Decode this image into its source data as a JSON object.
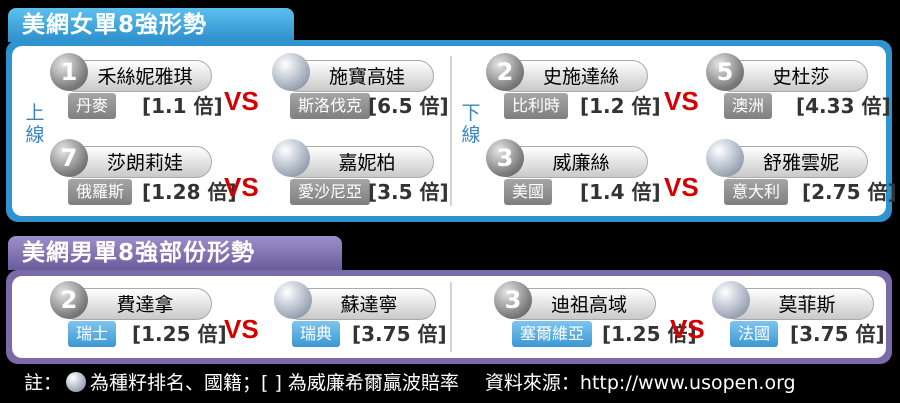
{
  "women": {
    "title": "美網女單8強形勢",
    "upper_label": "上線",
    "lower_label": "下線",
    "vs_label": "VS",
    "matches": [
      {
        "left": {
          "seed": "1",
          "name": "禾絲妮雅琪",
          "country": "丹麥",
          "odds": "[1.1 倍]"
        },
        "right": {
          "seed": "",
          "name": "施寶高娃",
          "country": "斯洛伐克",
          "odds": "[6.5 倍]"
        }
      },
      {
        "left": {
          "seed": "7",
          "name": "莎朗莉娃",
          "country": "俄羅斯",
          "odds": "[1.28 倍]"
        },
        "right": {
          "seed": "",
          "name": "嘉妮柏",
          "country": "愛沙尼亞",
          "odds": "[3.5 倍]"
        }
      },
      {
        "left": {
          "seed": "2",
          "name": "史施達絲",
          "country": "比利時",
          "odds": "[1.2 倍]"
        },
        "right": {
          "seed": "5",
          "name": "史杜莎",
          "country": "澳洲",
          "odds": "[4.33 倍]"
        }
      },
      {
        "left": {
          "seed": "3",
          "name": "威廉絲",
          "country": "美國",
          "odds": "[1.4 倍]"
        },
        "right": {
          "seed": "",
          "name": "舒雅雲妮",
          "country": "意大利",
          "odds": "[2.75 倍]"
        }
      }
    ]
  },
  "men": {
    "title": "美網男單8強部份形勢",
    "vs_label": "VS",
    "matches": [
      {
        "left": {
          "seed": "2",
          "name": "費達拿",
          "country": "瑞士",
          "odds": "[1.25 倍]"
        },
        "right": {
          "seed": "",
          "name": "蘇達寧",
          "country": "瑞典",
          "odds": "[3.75 倍]"
        }
      },
      {
        "left": {
          "seed": "3",
          "name": "迪祖高域",
          "country": "塞爾維亞",
          "odds": "[1.25 倍]"
        },
        "right": {
          "seed": "",
          "name": "莫菲斯",
          "country": "法國",
          "odds": "[3.75 倍]"
        }
      }
    ]
  },
  "footer": {
    "note_prefix": "註：",
    "note_rest": "為種籽排名、國籍；[ ] 為威廉希爾贏波賠率",
    "source": "資料來源：http://www.usopen.org"
  },
  "colors": {
    "women_accent": "#2f93d0",
    "men_accent": "#7a6aa8",
    "vs": "#d40000"
  },
  "icons": {
    "seed_badge": "numbered-circle-icon",
    "unseeded_badge": "blank-circle-icon"
  }
}
